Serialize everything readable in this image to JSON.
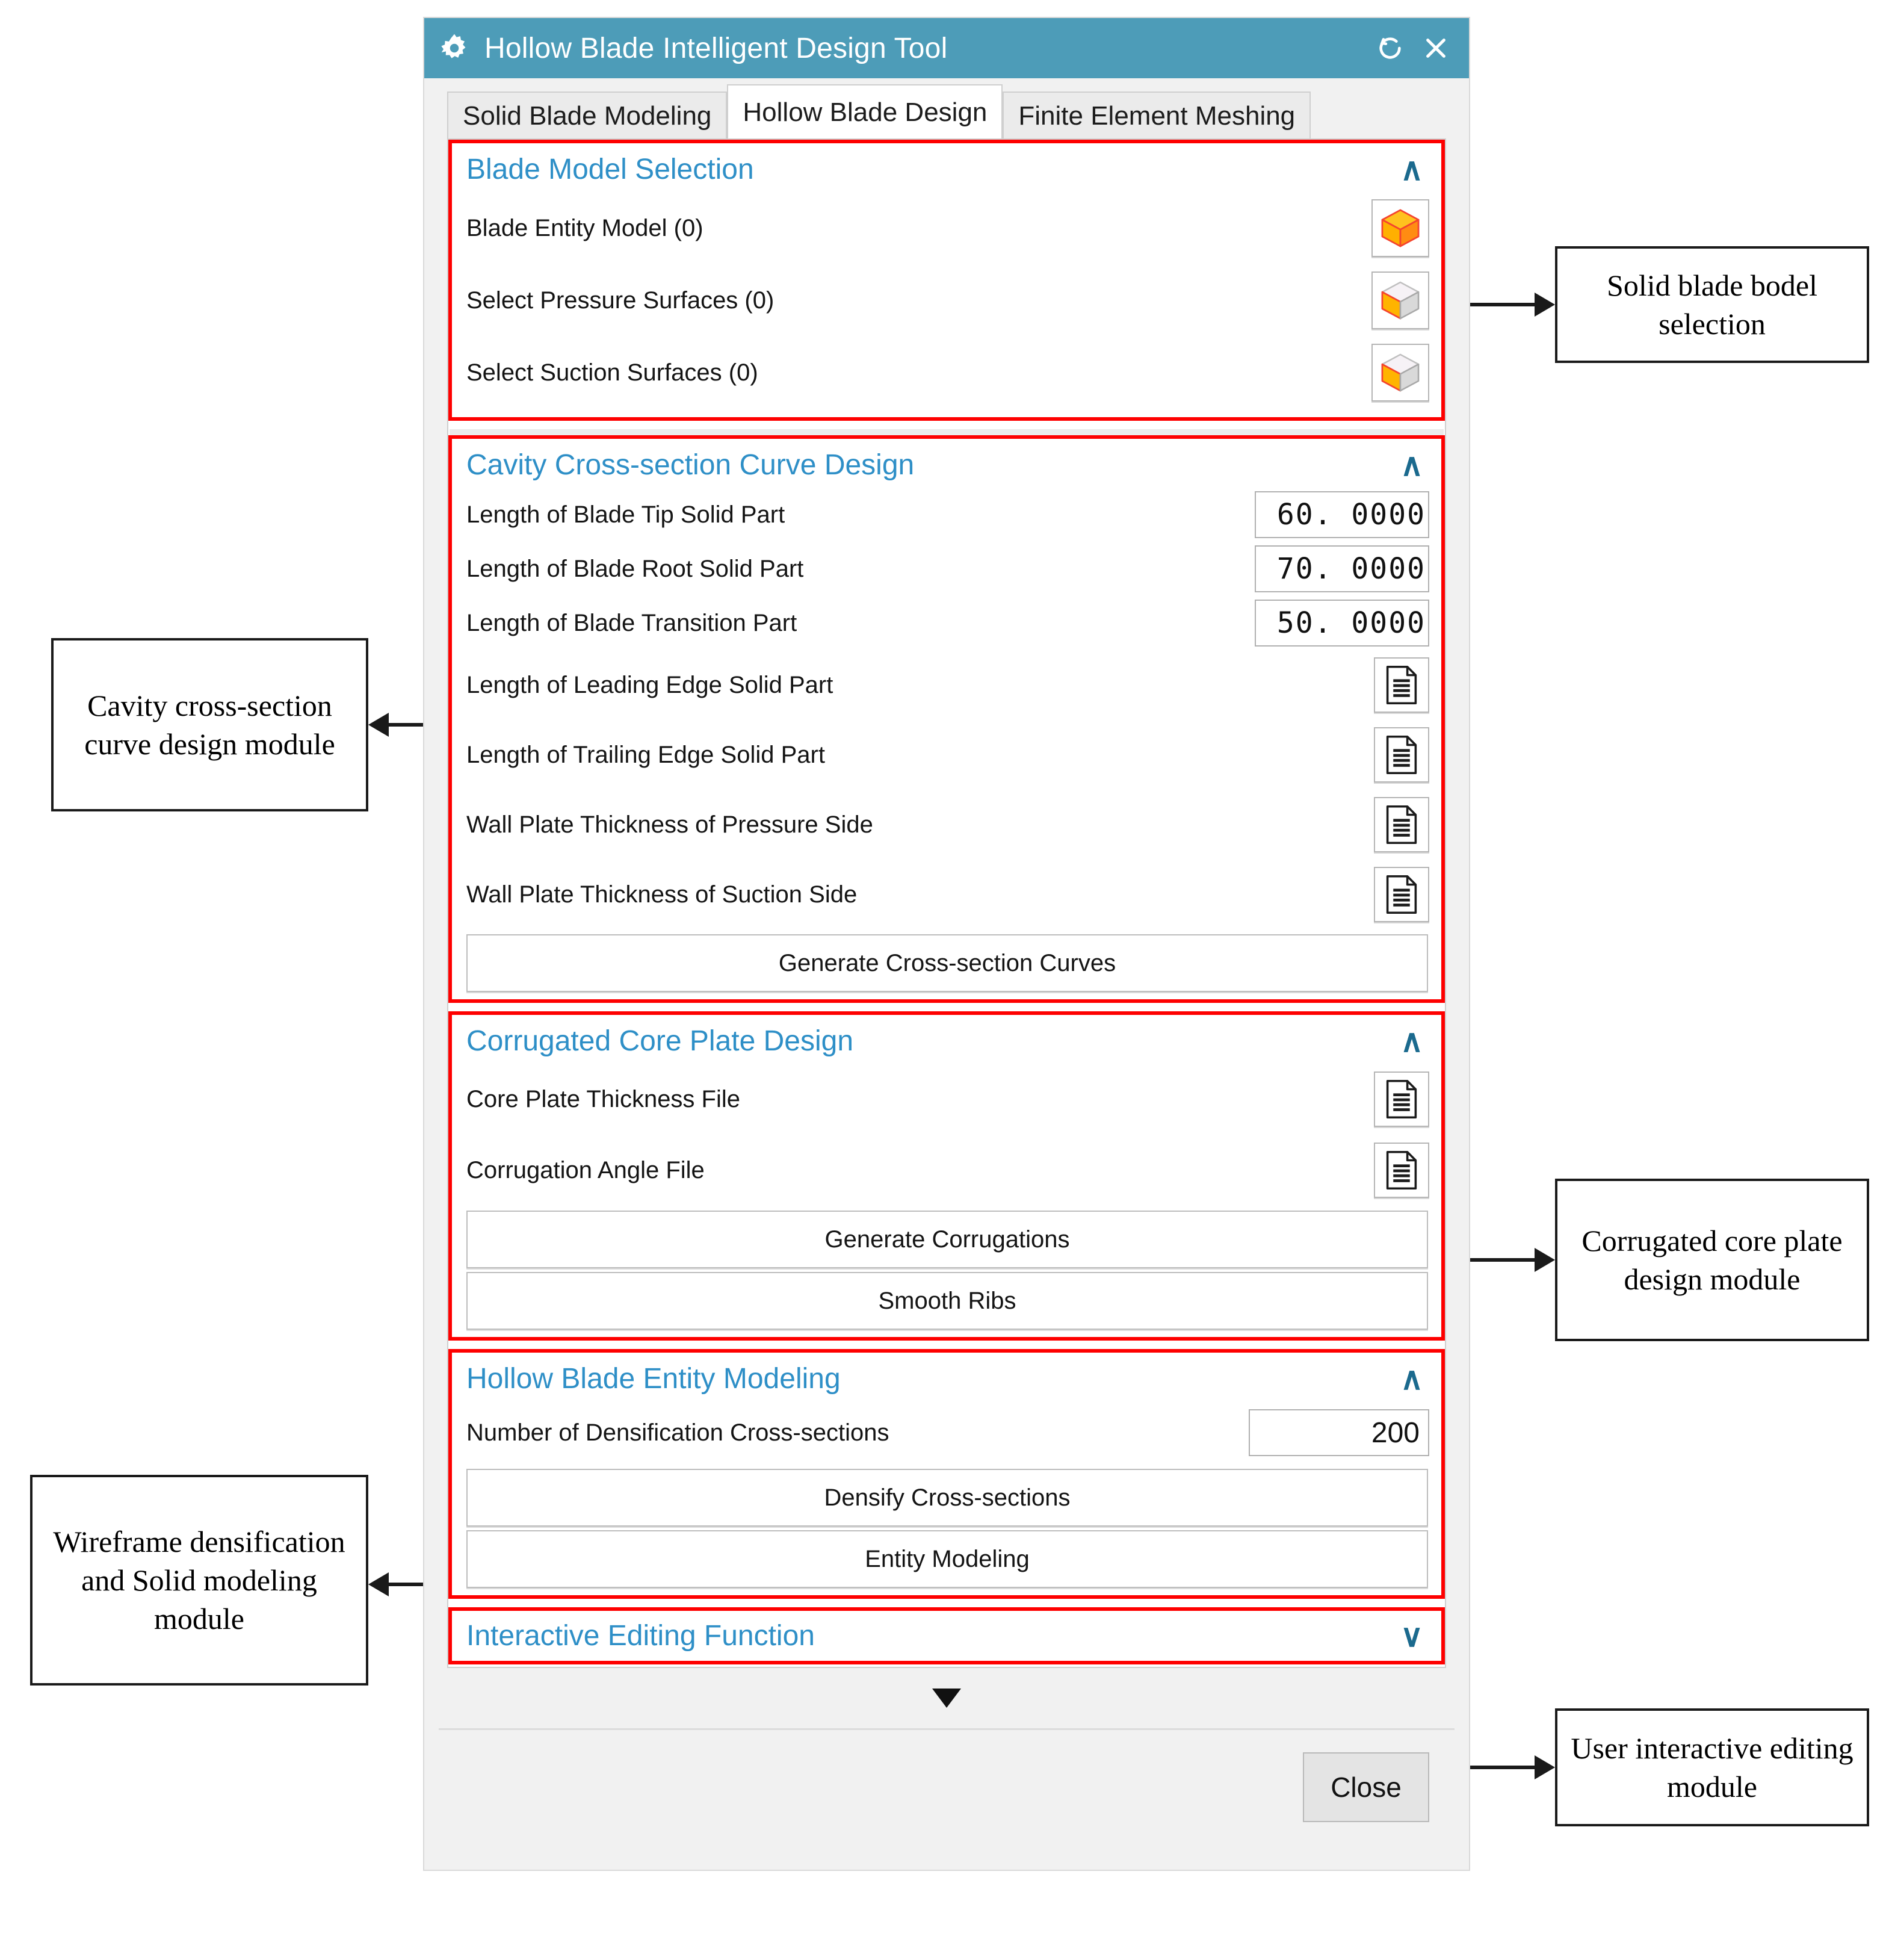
{
  "window": {
    "title": "Hollow Blade Intelligent Design Tool",
    "gear_icon": "gear-icon",
    "refresh_icon": "refresh-icon",
    "close_icon": "close-icon",
    "titlebar_color": "#4d9cb8",
    "section_title_color": "#2e8fc7",
    "highlight_color": "#fe0000"
  },
  "tabs": [
    {
      "label": "Solid Blade Modeling",
      "active": false
    },
    {
      "label": "Hollow Blade Design",
      "active": true
    },
    {
      "label": "Finite Element Meshing",
      "active": false
    }
  ],
  "sections": {
    "blade_model_selection": {
      "title": "Blade Model Selection",
      "chevron": "∧",
      "rows": [
        {
          "label": "Blade Entity Model (0)",
          "icon": "cube-solid-icon"
        },
        {
          "label": "Select Pressure Surfaces (0)",
          "icon": "cube-surface-icon"
        },
        {
          "label": "Select Suction Surfaces (0)",
          "icon": "cube-surface-icon"
        }
      ]
    },
    "cavity_cross_section": {
      "title": "Cavity Cross-section Curve Design",
      "chevron": "∧",
      "rows": [
        {
          "label": "Length of Blade Tip Solid Part",
          "value": "60. 0000",
          "control": "number"
        },
        {
          "label": "Length of Blade Root Solid Part",
          "value": "70. 0000",
          "control": "number"
        },
        {
          "label": "Length of Blade Transition Part",
          "value": "50. 0000",
          "control": "number"
        },
        {
          "label": "Length of Leading Edge Solid Part",
          "icon": "file-icon",
          "control": "file"
        },
        {
          "label": "Length of Trailing Edge Solid Part",
          "icon": "file-icon",
          "control": "file"
        },
        {
          "label": "Wall Plate Thickness of Pressure Side",
          "icon": "file-icon",
          "control": "file"
        },
        {
          "label": "Wall Plate Thickness of Suction Side",
          "icon": "file-icon",
          "control": "file"
        }
      ],
      "buttons": [
        {
          "label": "Generate Cross-section Curves"
        }
      ]
    },
    "corrugated_core_plate": {
      "title": "Corrugated Core Plate Design",
      "chevron": "∧",
      "rows": [
        {
          "label": "Core Plate Thickness File",
          "icon": "file-icon",
          "control": "file"
        },
        {
          "label": "Corrugation Angle File",
          "icon": "file-icon",
          "control": "file"
        }
      ],
      "buttons": [
        {
          "label": "Generate Corrugations"
        },
        {
          "label": "Smooth Ribs"
        }
      ]
    },
    "hollow_blade_entity": {
      "title": "Hollow Blade Entity Modeling",
      "chevron": "∧",
      "rows": [
        {
          "label": "Number of Densification Cross-sections",
          "value": "200",
          "control": "number"
        }
      ],
      "buttons": [
        {
          "label": "Densify Cross-sections"
        },
        {
          "label": "Entity Modeling"
        }
      ]
    },
    "interactive_editing": {
      "title": "Interactive Editing Function",
      "chevron": "∨",
      "collapsed": true
    }
  },
  "footer": {
    "expander_icon": "chevron-down-icon",
    "close_label": "Close"
  },
  "annotations": [
    {
      "id": "solid-blade-model-selection",
      "text": "Solid blade bodel selection",
      "side": "right"
    },
    {
      "id": "cavity-cross-section-curve-design-module",
      "text": "Cavity cross-section curve design module",
      "side": "left"
    },
    {
      "id": "corrugated-core-plate-design-module",
      "text": "Corrugated core plate design module",
      "side": "right"
    },
    {
      "id": "wireframe-densification-solid-modeling-module",
      "text": "Wireframe densification and Solid modeling module",
      "side": "left"
    },
    {
      "id": "user-interactive-editing-module",
      "text": "User interactive editing module",
      "side": "right"
    }
  ]
}
